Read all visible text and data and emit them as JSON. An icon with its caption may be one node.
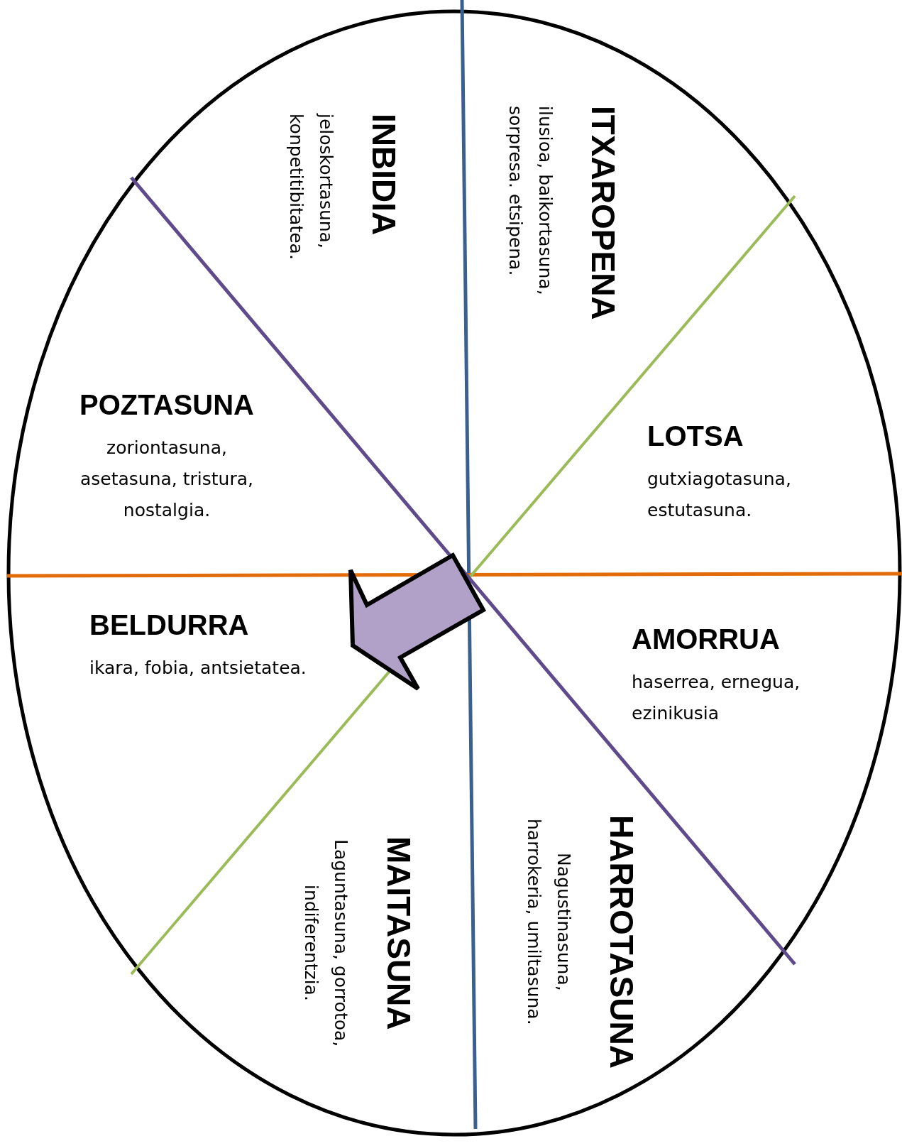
{
  "diagram": {
    "nodes": [
      {
        "text": [
          "INBIDIA",
          "jeloskortasuna, konpetitibitatea."
        ]
      },
      {
        "text": [
          "ITXAROPENA",
          "ilusioa, baikortasuna, sorpresa. etsipena."
        ]
      },
      {
        "text": [
          "POZTASUNA",
          "zoriontasuna, asetasuna, tristura, nostalgia."
        ]
      },
      {
        "text": [
          "LOTSA",
          "gutxiagotasuna, estutasuna."
        ]
      },
      {
        "text": [
          "BELDURRA",
          "ikara, fobia, antsietatea."
        ]
      },
      {
        "text": [
          "AMORRUA",
          "haserrea, ernegua, ezinikusia"
        ]
      },
      {
        "text": [
          "MAITASUNA",
          "Laguntasuna, gorrotoa, indiferentzia."
        ]
      },
      {
        "text": [
          "HARROTASUNA",
          "Nagustinasuna, harrokeria, umiltasuna."
        ]
      }
    ]
  }
}
